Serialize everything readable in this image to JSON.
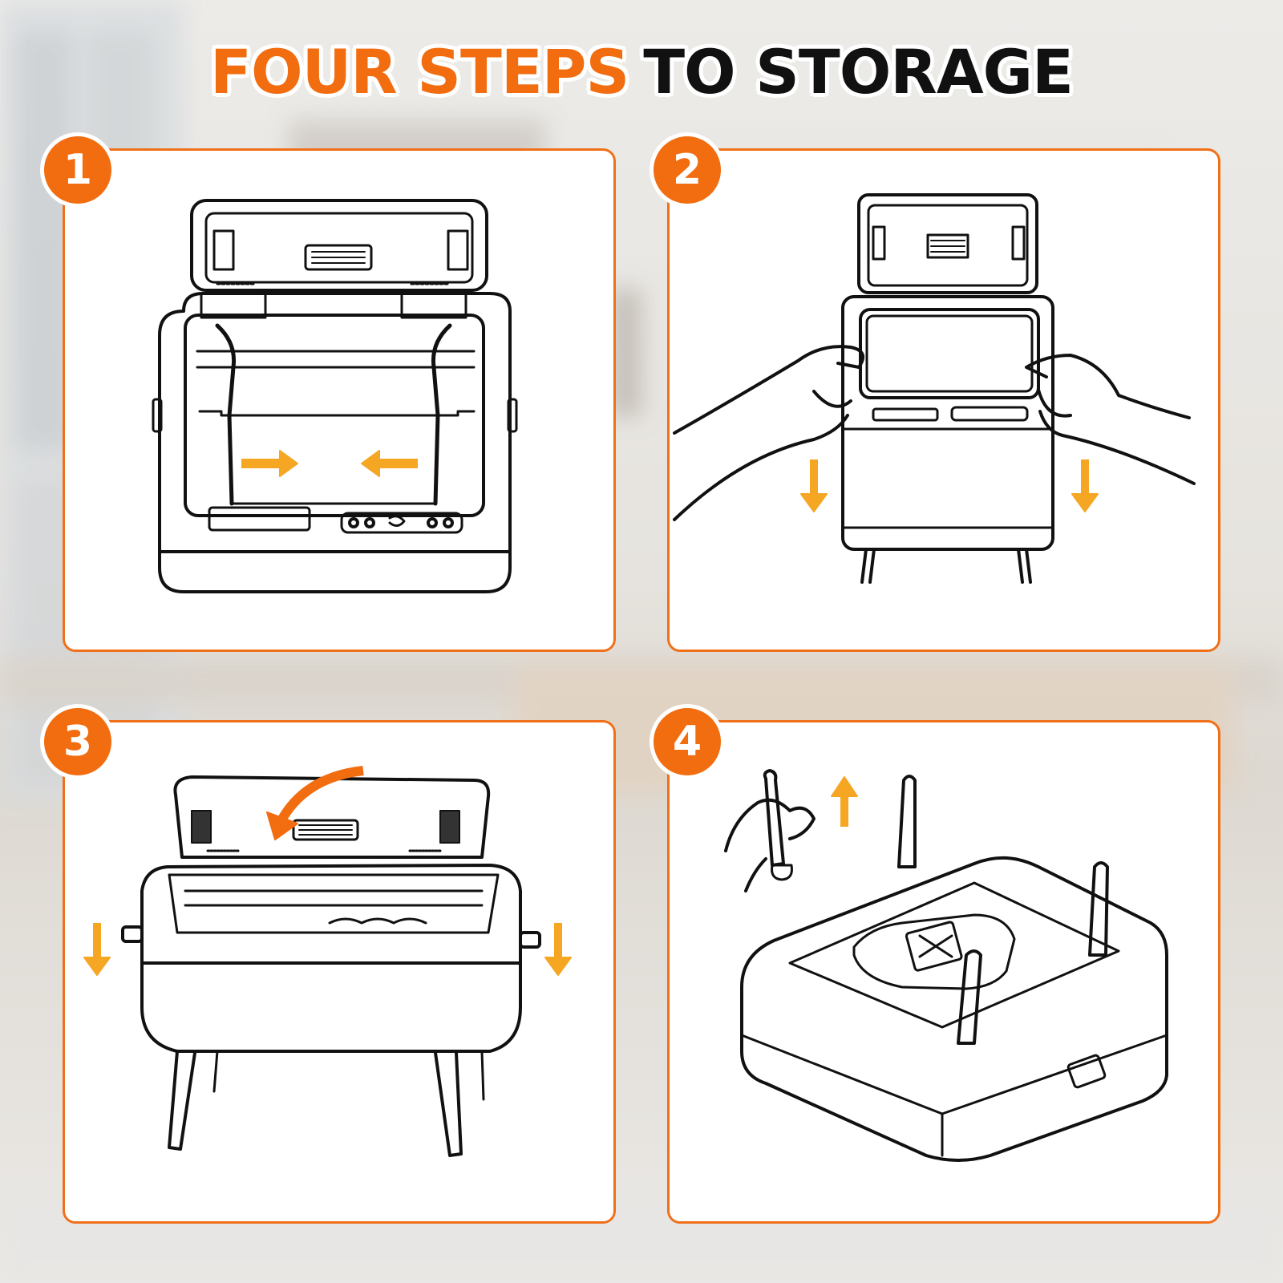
{
  "headline": {
    "accent": "FOUR STEPS",
    "rest": "TO STORAGE"
  },
  "colors": {
    "accent": "#f26d10",
    "arrow": "#f5a623",
    "ink": "#111111"
  },
  "steps": [
    {
      "number": "1"
    },
    {
      "number": "2"
    },
    {
      "number": "3"
    },
    {
      "number": "4"
    }
  ]
}
